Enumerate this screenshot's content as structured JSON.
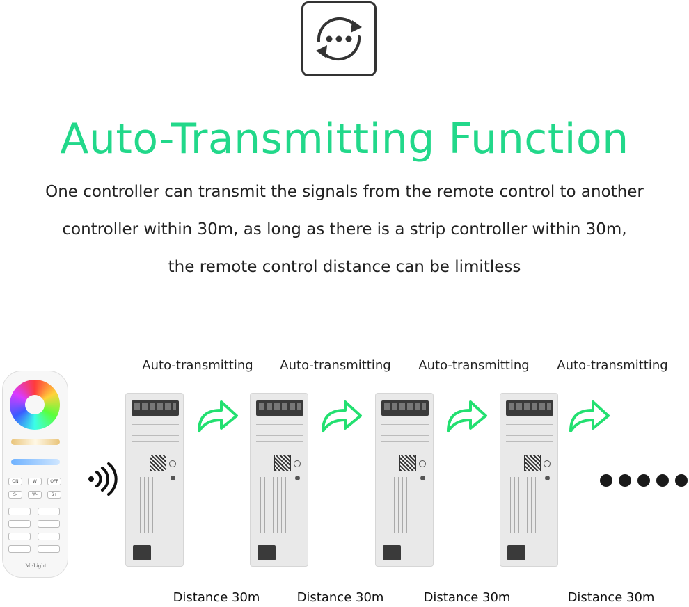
{
  "header": {
    "icon": "transmit-cycle-icon",
    "title": "Auto-Transmitting Function",
    "description_lines": [
      "One controller can transmit the signals from the remote control to another",
      "controller within 30m, as long as there is a strip controller within 30m,",
      "the remote control distance can be limitless"
    ]
  },
  "diagram": {
    "transmit_labels": [
      "Auto-transmitting",
      "Auto-transmitting",
      "Auto-transmitting",
      "Auto-transmitting"
    ],
    "distance_labels": [
      "Distance 30m",
      "Distance 30m",
      "Distance 30m",
      "Distance 30m"
    ],
    "remote": {
      "buttons": [
        "ON",
        "W",
        "OFF",
        "S-",
        "W-",
        "S+"
      ],
      "brand": "Mi-Light"
    },
    "accent_color": "#22d88a",
    "continuation": "dots-icon"
  }
}
